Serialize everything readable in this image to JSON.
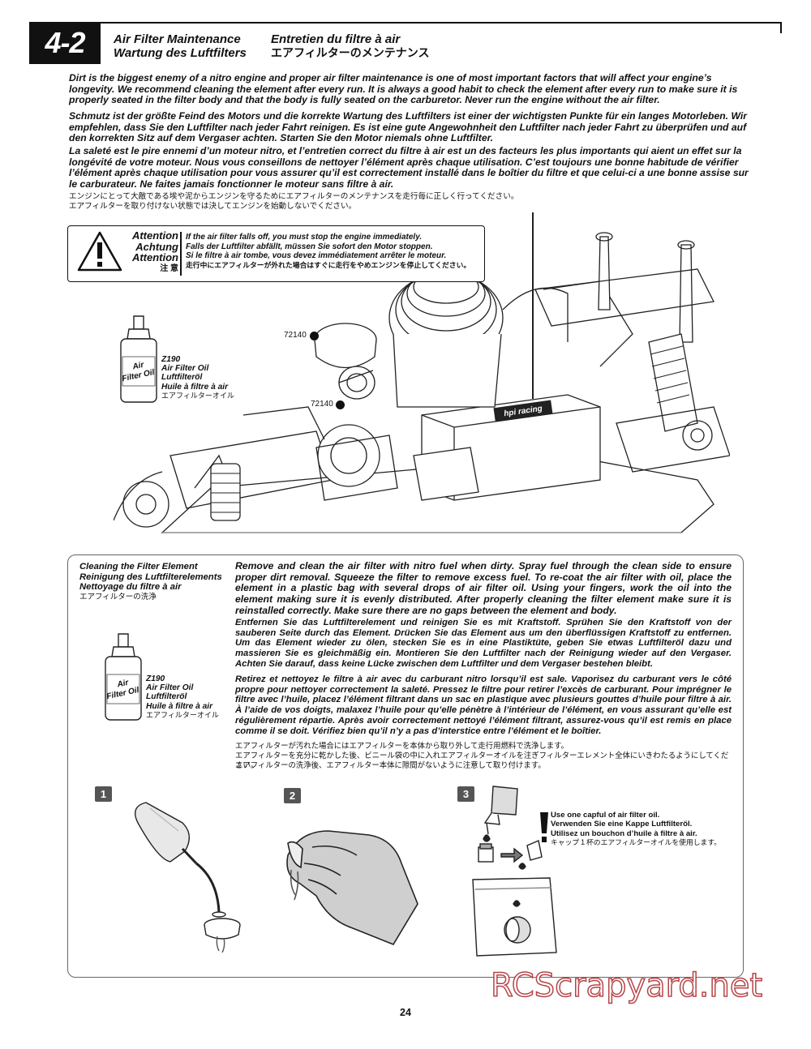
{
  "header": {
    "step": "4-2",
    "title_en": "Air Filter Maintenance",
    "title_de": "Wartung des Luftfilters",
    "title_fr": "Entretien du filtre à air",
    "title_jp": "エアフィルターのメンテナンス"
  },
  "intro": {
    "en": "Dirt is the biggest enemy of a nitro engine and proper air filter maintenance is one of most important factors that will affect your engine’s longevity. We recommend cleaning the element after every run. It is always a good habit to check the element after every run to make sure it is properly seated in the filter body and that the body is fully seated on the carburetor. Never run the engine without the air filter.",
    "de": "Schmutz ist der größte Feind des Motors und die korrekte Wartung des Luftfilters ist einer der wichtigsten Punkte für ein langes Motorleben. Wir empfehlen, dass Sie den Luftfilter nach jeder Fahrt reinigen. Es ist eine gute Angewohnheit den Luftfilter nach jeder Fahrt zu überprüfen und auf den korrekten Sitz auf dem Vergaser achten. Starten Sie den Motor niemals ohne Luftfilter.",
    "fr": "La saleté est le pire ennemi d’un moteur nitro, et l’entretien correct du filtre à air est un des facteurs les plus importants qui aient un effet sur la longévité de votre moteur. Nous vous conseillons de nettoyer l’élément après chaque utilisation. C’est toujours une bonne habitude de vérifier l’élément après chaque utilisation pour vous assurer qu’il est correctement installé dans le boîtier du filtre et que celui-ci a une bonne assise sur le carburateur. Ne faites jamais fonctionner le moteur sans filtre à air.",
    "jp1": "エンジンにとって大敵である埃や泥からエンジンを守るためにエアフィルターのメンテナンスを走行毎に正しく行ってください。",
    "jp2": "エアフィルターを取り付けない状態では決してエンジンを始動しないでください。"
  },
  "attention": {
    "label_en": "Attention",
    "label_de": "Achtung",
    "label_fr": "Attention",
    "label_jp": "注 意",
    "en": "If the air filter falls off, you must stop the engine immediately.",
    "de": "Falls der Luftfilter abfällt, müssen Sie sofort den Motor stoppen.",
    "fr": "Si le filtre à air tombe, vous devez immédiatement arrêter le moteur.",
    "jp": "走行中にエアフィルターが外れた場合はすぐに走行をやめエンジンを停止してください。"
  },
  "parts": {
    "oil_code": "Z190",
    "oil_en": "Air Filter Oil",
    "oil_de": "Luftfilteröl",
    "oil_fr": "Huile à filtre à air",
    "oil_jp": "エアフィルターオイル",
    "bottle_label": "Air Filter Oil",
    "part_a": "72140",
    "part_b": "72140",
    "tank_label": "hpi racing"
  },
  "cleaning": {
    "heading_en": "Cleaning the Filter Element",
    "heading_de": "Reinigung des Luftfilterelements",
    "heading_fr": "Nettoyage du filtre à air",
    "heading_jp": "エアフィルターの洗浄",
    "en": "Remove and clean the air filter with nitro fuel when dirty. Spray fuel through the clean side to ensure proper dirt removal. Squeeze the filter to remove excess fuel. To re-coat the air filter with oil, place the element in a plastic bag with several drops of air filter oil. Using your fingers, work the oil into the element making sure it is evenly distributed. After properly cleaning the filter element make sure it is reinstalled correctly. Make sure there are no gaps between the element and body.",
    "de": "Entfernen Sie das Luftfilterelement und reinigen Sie es mit Kraftstoff. Sprühen Sie den Kraftstoff von der sauberen Seite durch das Element. Drücken Sie das Element aus um den überflüssigen Kraftstoff zu entfernen. Um das Element wieder zu ölen, stecken Sie es in eine Plastiktüte, geben Sie etwas Luftfilteröl dazu und massieren Sie es gleichmäßig ein. Montieren Sie den Luftfilter nach der Reinigung wieder auf den Vergaser. Achten Sie darauf, dass keine Lücke zwischen dem Luftfilter und dem Vergaser bestehen bleibt.",
    "fr": "Retirez et nettoyez le filtre à air avec du carburant nitro lorsqu’il est sale. Vaporisez du carburant vers le côté propre pour nettoyer correctement la saleté. Pressez le filtre pour retirer l’excès de carburant. Pour imprégner le filtre avec l’huile, placez l’élément filtrant dans un sac en plastique avec plusieurs gouttes d’huile pour filtre à air. À l’aide de vos doigts, malaxez l’huile pour qu’elle pénètre à l’intérieur de l’élément, en vous assurant qu’elle est régulièrement répartie. Après avoir correctement nettoyé l’élément filtrant, assurez-vous qu’il est remis en place comme il se doit. Vérifiez bien qu’il n’y a pas d’interstice entre l’élément et le boîtier.",
    "jp1": "エアフィルターが汚れた場合にはエアフィルターを本体から取り外して走行用燃料で洗浄します。",
    "jp2": "エアフィルターを充分に乾かした後、ビニール袋の中に入れエアフィルターオイルを注ぎフィルターエレメント全体にいきわたるようにしてください。",
    "jp3": "エアフィルターの洗浄後、エアフィルター本体に隙間がないように注意して取り付けます。"
  },
  "steps": [
    "1",
    "2",
    "3"
  ],
  "oil_note": {
    "en": "Use one capful of air filter oil.",
    "de": "Verwenden Sie eine Kappe Luftfilteröl.",
    "fr": "Utilisez un bouchon d’huile à filtre à air.",
    "jp": "キャップ１杯のエアフィルターオイルを使用します。"
  },
  "page_number": "24",
  "watermark": "RCScrapyard.net"
}
